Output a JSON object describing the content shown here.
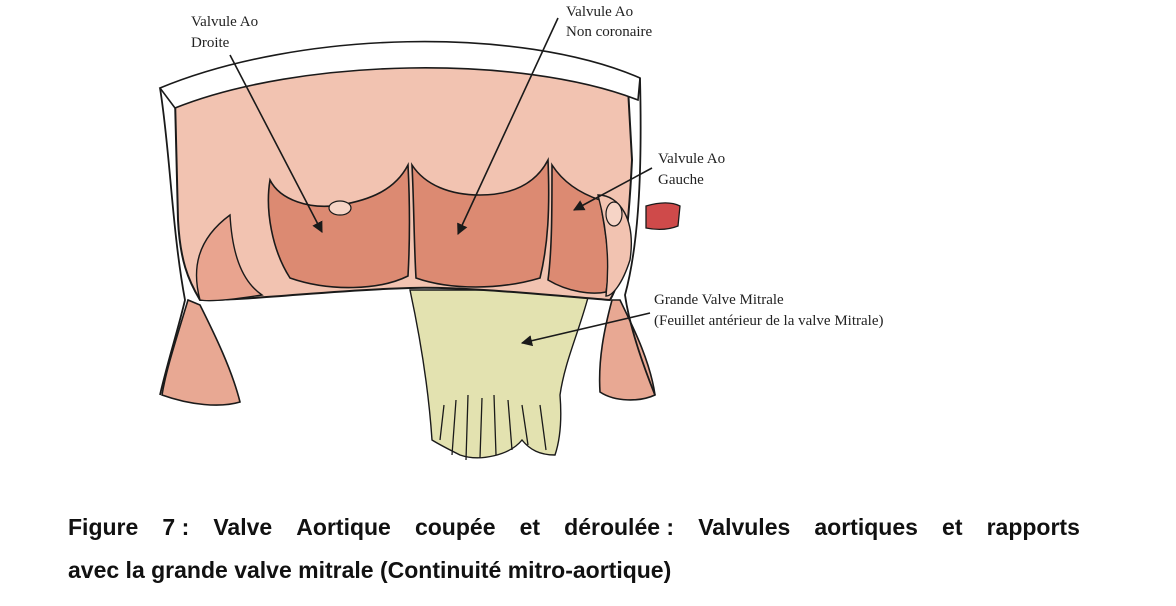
{
  "figure": {
    "labels": {
      "ao_right_l1": "Valvule Ao",
      "ao_right_l2": "Droite",
      "ao_noncor_l1": "Valvule Ao",
      "ao_noncor_l2": "Non coronaire",
      "ao_left_l1": "Valvule Ao",
      "ao_left_l2": "Gauche",
      "mitral_l1": "Grande Valve Mitrale",
      "mitral_l2": "(Feuillet antérieur de la valve Mitrale)"
    },
    "caption": {
      "line1_words": [
        "Figure",
        "7 :",
        "Valve",
        "Aortique",
        "coupée",
        "et",
        "déroulée :",
        "Valvules",
        "aortiques",
        "et",
        "rapports"
      ],
      "line2": "avec la grande valve mitrale (Continuité mitro-aortique)"
    },
    "colors": {
      "aortic_wall": "#f2c3b1",
      "wall_shadow": "#e8a893",
      "cusp": "#dc8a72",
      "cusp_light": "#e9a48f",
      "mitral_leaflet": "#e3e2b0",
      "outline": "#1a1a1a",
      "coronary": "#cf4a4a",
      "text": "#222222"
    }
  }
}
